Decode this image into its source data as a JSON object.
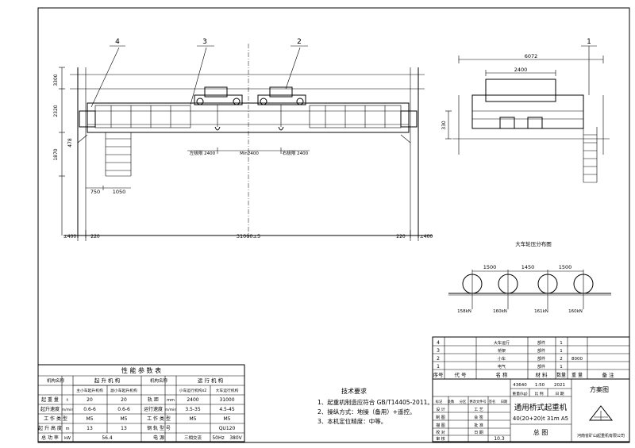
{
  "elevation": {
    "callouts": [
      "4",
      "3",
      "2",
      "1"
    ],
    "heights": [
      "3300",
      "2320",
      "1870",
      "478"
    ],
    "spans": [
      "750",
      "1050"
    ],
    "hook_limits": {
      "left": "左极限 2400",
      "min": "Min2400",
      "right": "右极限 2400"
    },
    "ground": {
      "left": "±400",
      "right": "±400",
      "left_offset": "220",
      "span": "31000±5",
      "right_offset": "220"
    }
  },
  "side_view": {
    "widths": [
      "6072",
      "2400"
    ],
    "height": "330"
  },
  "wheel_load": {
    "title": "大车轮压分布图",
    "spacings": [
      "1500",
      "1450",
      "1500"
    ],
    "loads": [
      "158kN",
      "160kN",
      "161kN",
      "160kN"
    ]
  },
  "tech_requirements": {
    "title": "技术要求",
    "lines": [
      "1、起重机制造应符合 GB/T14405-2011。",
      "2、操纵方式：地操（备用）+遥控。",
      "3、本机定位精度：中等。"
    ]
  },
  "performance_table": {
    "title": "性 能 参 数 表",
    "corner_label": "机构名称",
    "group1": "起 升 机 构",
    "group2": "运 行 机 构",
    "corner2": "机构名称",
    "sub_headers": [
      "主小车起升机构",
      "副小车起升机构",
      "小车运行机构x2",
      "大车运行机构"
    ],
    "rows": [
      {
        "name": "起 重 量",
        "unit": "t",
        "v1": "20",
        "v2": "20",
        "name2": "轨 距",
        "unit2": "mm",
        "v3": "2400",
        "v4": "31000"
      },
      {
        "name": "起升速度",
        "unit": "m/min",
        "v1": "0.6-6",
        "v2": "0.6-6",
        "name2": "运行速度",
        "unit2": "m/min",
        "v3": "3.5-35",
        "v4": "4.5-45"
      },
      {
        "name": "工 作 类 型",
        "unit": "",
        "v1": "M5",
        "v2": "M5",
        "name2": "工 作 类 型",
        "unit2": "",
        "v3": "M5",
        "v4": "M5"
      },
      {
        "name": "起 升 高 度",
        "unit": "m",
        "v1": "13",
        "v2": "13",
        "name2": "钢 轨 型 号",
        "unit2": "",
        "v3": "",
        "v4": "QU120"
      }
    ],
    "last_row": {
      "name": "总 功 率",
      "unit": "kW",
      "value": "56.4",
      "name2": "电 源",
      "v3": "三相交流",
      "v4a": "50Hz",
      "v4b": "380V"
    }
  },
  "parts_list": {
    "rows": [
      {
        "no": "4",
        "name": "大车运行",
        "material": "部件",
        "qty": "1",
        "weight": "",
        "remark": ""
      },
      {
        "no": "3",
        "name": "桥架",
        "material": "部件",
        "qty": "1",
        "weight": "",
        "remark": ""
      },
      {
        "no": "2",
        "name": "小车",
        "material": "部件",
        "qty": "2",
        "weight": "8000",
        "remark": ""
      },
      {
        "no": "1",
        "name": "电气",
        "material": "部件",
        "qty": "1",
        "weight": "",
        "remark": ""
      }
    ],
    "header": {
      "no": "序号",
      "code": "代  号",
      "name": "名  称",
      "material": "材  料",
      "qty": "数量",
      "weight": "重  量",
      "remark": "备  注"
    }
  },
  "title_block": {
    "stage_label": "方案图",
    "total_weight": "43640",
    "scale": "1:50",
    "year": "2021",
    "weight_label": "重量(kg)",
    "scale_label": "比 例",
    "date_label": "日 期",
    "drawing_name": "通用桥式起重机",
    "model": "40(20+20)t 31m A5",
    "sheet_name": "总  图",
    "company": "河南省矿山起重机有限公司",
    "page": "10.3",
    "roles": [
      "设 计",
      "制 图",
      "描 图",
      "校 对",
      "审 核"
    ],
    "process": [
      "工 艺",
      "会 签",
      "批 准",
      "日 期"
    ],
    "change_headers": [
      "标记",
      "处数",
      "分区",
      "更改文件号",
      "签名",
      "日期"
    ]
  }
}
